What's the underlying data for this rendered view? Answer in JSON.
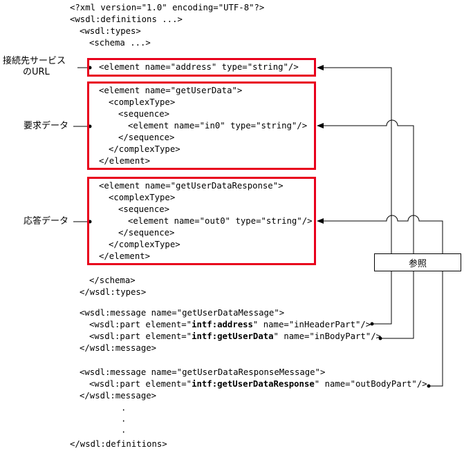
{
  "code_lines": [
    "<?xml version=\"1.0\" encoding=\"UTF-8\"?>",
    "<wsdl:definitions ...>",
    "<wsdl:types>",
    "<schema ...>",
    "<element name=\"address\" type=\"string\"/>",
    "<element name=\"getUserData\">",
    "<complexType>",
    "<sequence>",
    "<element name=\"in0\" type=\"string\"/>",
    "</sequence>",
    "</complexType>",
    "</element>",
    "<element name=\"getUserDataResponse\">",
    "<complexType>",
    "<sequence>",
    "<element name=\"out0\" type=\"string\"/>",
    "</sequence>",
    "</complexType>",
    "</element>",
    "</schema>",
    "</wsdl:types>",
    "<wsdl:message name=\"getUserDataMessage\">",
    "</wsdl:message>",
    "<wsdl:message name=\"getUserDataResponseMessage\">",
    "</wsdl:message>",
    "·",
    "·",
    "·",
    "</wsdl:definitions>"
  ],
  "parts": [
    {
      "pre": "<wsdl:part element=\"",
      "bold": "intf:address",
      "post": "\" name=\"inHeaderPart\"/>"
    },
    {
      "pre": "<wsdl:part element=\"",
      "bold": "intf:getUserData",
      "post": "\" name=\"inBodyPart\"/>"
    },
    {
      "pre": "<wsdl:part element=\"",
      "bold": "intf:getUserDataResponse",
      "post": "\" name=\"outBodyPart\"/>"
    }
  ],
  "labels": {
    "url_line1": "接続先サービス",
    "url_line2": "のURL",
    "request": "要求データ",
    "response": "応答データ",
    "reference": "参照"
  },
  "colors": {
    "highlight": "#e8001c",
    "line": "#000000"
  }
}
